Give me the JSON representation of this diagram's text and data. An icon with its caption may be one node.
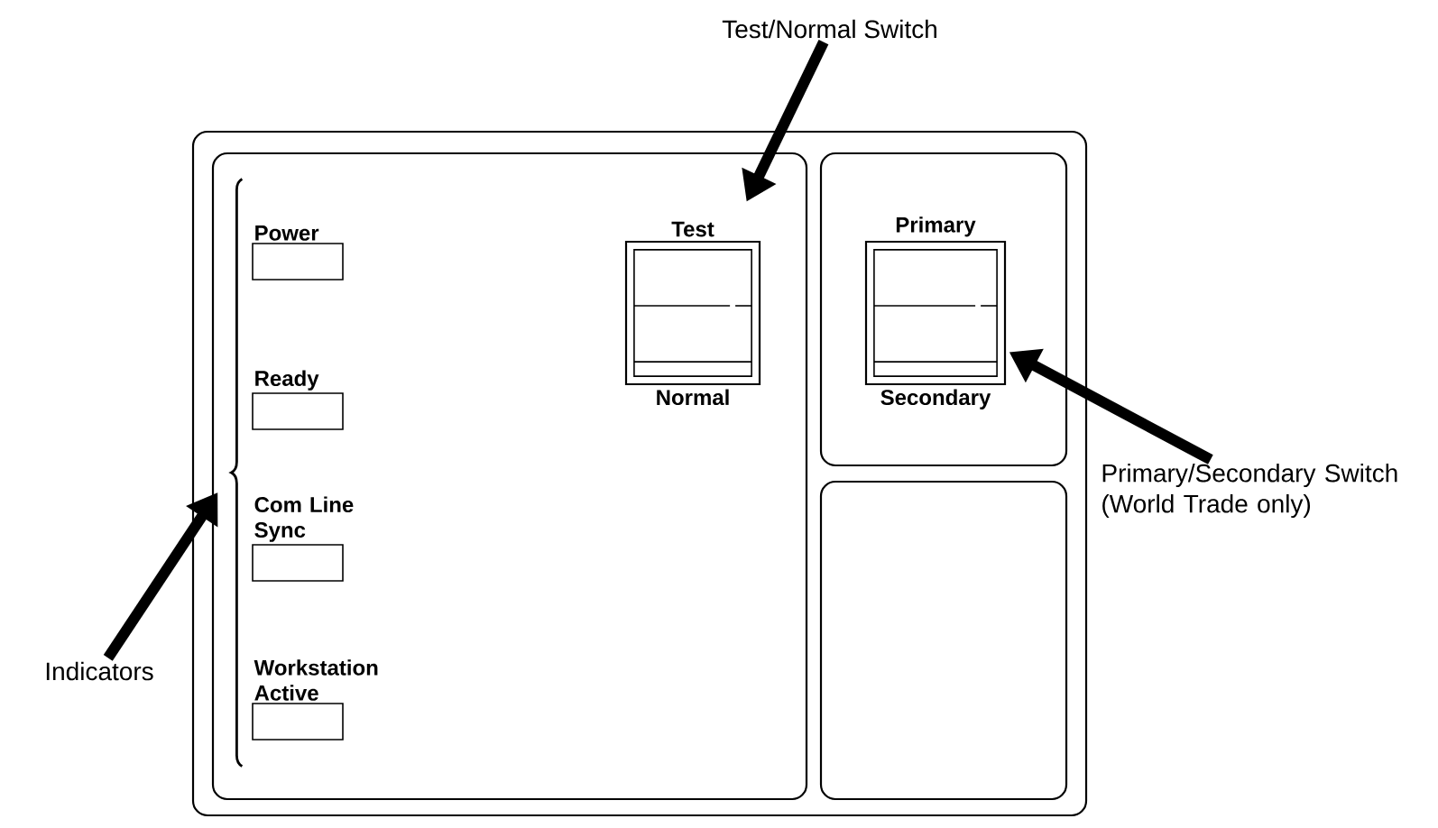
{
  "diagram": {
    "nodes": [
      {
        "text": [],
        "shape": "box"
      },
      {
        "text": [],
        "shape": "box",
        "in": 0
      },
      {
        "text": [],
        "shape": "brace",
        "in": 1
      },
      {
        "text": [
          "Power"
        ],
        "in": 1
      },
      {
        "text": [
          "Ready"
        ],
        "in": 1
      },
      {
        "text": [
          "Com Line Sync"
        ],
        "in": 1
      },
      {
        "text": [
          "Workstation Active"
        ],
        "in": 1
      },
      {
        "text": [
          "Test",
          "Normal"
        ],
        "in": 1
      },
      {
        "text": [],
        "shape": "box",
        "in": 0
      },
      {
        "text": [
          "Primary",
          "Secondary"
        ],
        "in": 8
      },
      {
        "text": [],
        "shape": "box",
        "in": 0
      },
      {
        "text": [
          "Test/Normal Switch"
        ]
      },
      {
        "text": [
          "Primary/Secondary Switch (World Trade only)"
        ]
      },
      {
        "text": [
          "Indicators"
        ]
      }
    ],
    "edges": [
      {
        "from": 11,
        "to": 7,
        "arrow": "to"
      },
      {
        "from": 12,
        "to": 9,
        "arrow": "to"
      },
      {
        "from": 13,
        "to": 2,
        "arrow": "to"
      }
    ]
  }
}
